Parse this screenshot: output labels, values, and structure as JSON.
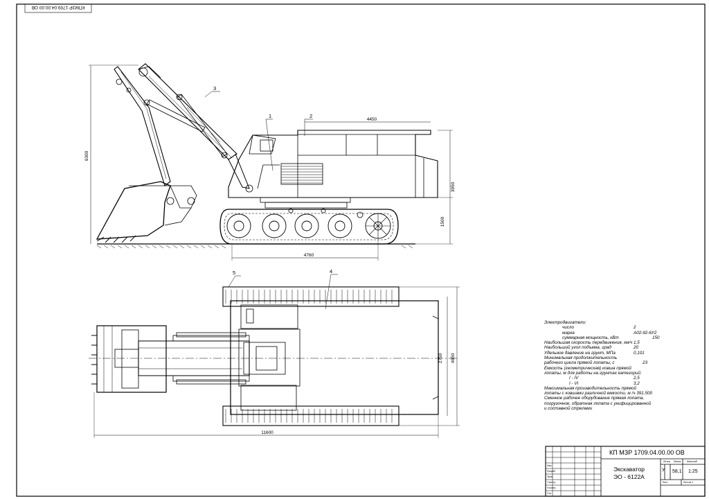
{
  "stamp_text": "КПМЗР 1709.04.00.00 ОВ",
  "dimensions": {
    "total_height": "6300",
    "platform_length": "4450",
    "height_to_roof": "3950",
    "height_to_platform": "1500",
    "track_length": "4760",
    "track_gauge": "2750",
    "track_width_total": "4650",
    "total_length": "11600"
  },
  "callouts": [
    "1",
    "2",
    "3",
    "4",
    "5"
  ],
  "specs": [
    {
      "label": "Электродвигатели:",
      "value": ""
    },
    {
      "label": "число",
      "value": "2"
    },
    {
      "label": "марка",
      "value": "А02-92-6У2"
    },
    {
      "label": "суммарная мощность, кВт",
      "value": "150"
    },
    {
      "label": "Наибольшая скорость передвижения, км/ч",
      "value": "1,5"
    },
    {
      "label": "Наибольший угол подъема, град",
      "value": "20"
    },
    {
      "label": "Удельное давление на грунт, МПа",
      "value": "0,101"
    },
    {
      "label": "Минимальная продолжительность",
      "value": ""
    },
    {
      "label": "рабочего цикла прямой           лопаты, с",
      "value": "23"
    },
    {
      "label": "Емкость (геометрическая) ковша прямой",
      "value": ""
    },
    {
      "label": "лопаты, м для работы на грунтах категорий:",
      "value": ""
    },
    {
      "label": "I - IV",
      "value": "2,5"
    },
    {
      "label": "I - VI",
      "value": "3,2"
    },
    {
      "label": "Максимальная производительность прямой",
      "value": ""
    },
    {
      "label": "лопаты с      ковшами различной емкости, м /ч  391,500",
      "value": ""
    },
    {
      "label": "Сменное рабочее оборудование   прямая лопата,",
      "value": ""
    },
    {
      "label": " погрузочное,  обратная лопата с унифицированной",
      "value": ""
    },
    {
      "label": "и составной  стрелами",
      "value": ""
    }
  ],
  "title_block": {
    "doc_number": "КП МЗР 1709.04.00.00 ОВ",
    "name_line1": "Экскаватор",
    "name_line2": "ЭО - 6122А",
    "litera": "У",
    "mass": "58,1",
    "scale": "1:25",
    "col_lit": "Литер",
    "col_mass": "Масса",
    "col_scale": "Масштаб",
    "sheet": "Лист",
    "sheets": "Листов 1",
    "rows": [
      "Изм",
      "Разраб.",
      "Пров.",
      "Т.контр.",
      "Н.контр.",
      "Утв."
    ]
  }
}
